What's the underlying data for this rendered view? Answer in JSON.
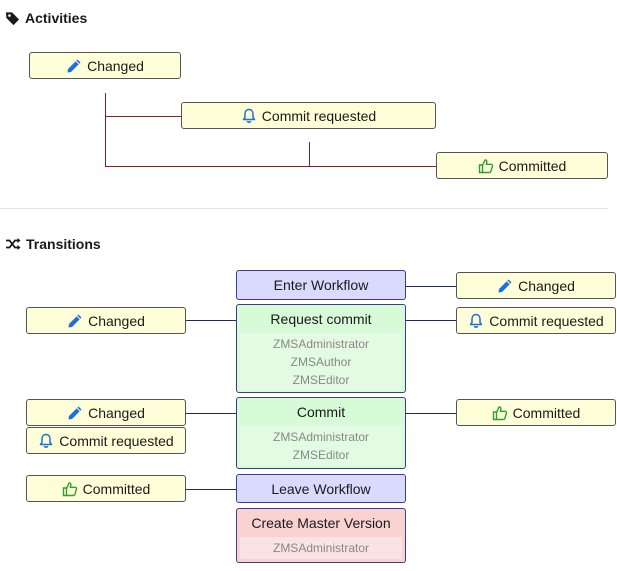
{
  "activities": {
    "title": "Activities",
    "icon": "tag-icon",
    "nodes": [
      {
        "label": "Changed",
        "icon": "pencil-icon"
      },
      {
        "label": "Commit requested",
        "icon": "bell-icon"
      },
      {
        "label": "Committed",
        "icon": "thumbs-up-icon"
      }
    ]
  },
  "transitions": {
    "title": "Transitions",
    "icon": "shuffle-icon",
    "enter_workflow": {
      "title": "Enter Workflow",
      "to": "Changed"
    },
    "request_commit": {
      "title": "Request commit",
      "from": "Changed",
      "to": "Commit requested",
      "roles": [
        "ZMSAdministrator",
        "ZMSAuthor",
        "ZMSEditor"
      ]
    },
    "commit": {
      "title": "Commit",
      "from": [
        "Changed",
        "Commit requested"
      ],
      "to": "Committed",
      "roles": [
        "ZMSAdministrator",
        "ZMSEditor"
      ]
    },
    "leave_workflow": {
      "title": "Leave Workflow",
      "from": "Committed"
    },
    "create_master": {
      "title": "Create Master Version",
      "roles": [
        "ZMSAdministrator"
      ]
    }
  },
  "colors": {
    "activity_fill": "#fefed8",
    "transition_blue": "#dadaff",
    "transition_green": "#d6fbd6",
    "transition_red": "#fbd2d2",
    "activity_connector": "#8b1e1e",
    "transition_connector": "#1b2a6b",
    "pencil": "#1e6fd9",
    "bell": "#1e6fd9",
    "thumbs": "#2e9e2e"
  }
}
